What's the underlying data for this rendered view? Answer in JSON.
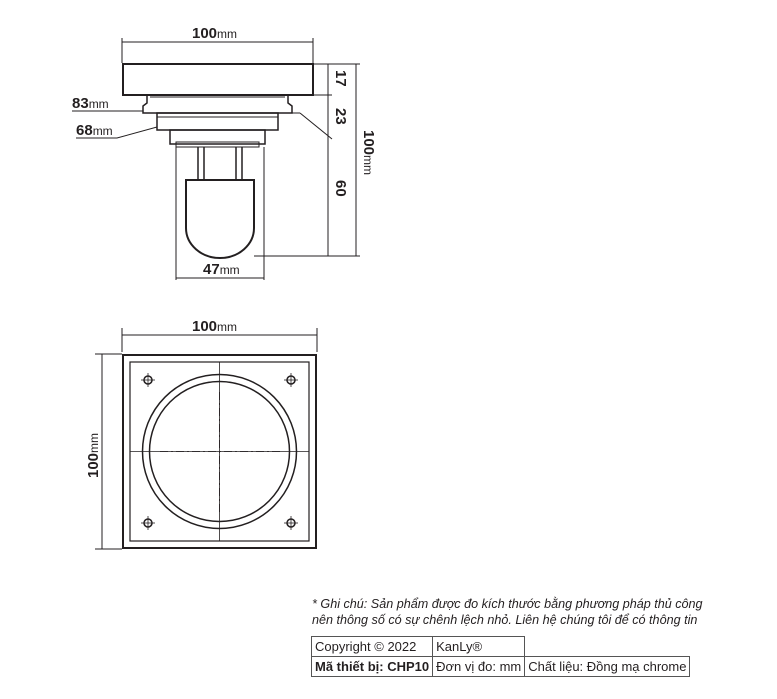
{
  "side_view": {
    "width_label": "100",
    "width_unit": "mm",
    "flange_label": "83",
    "flange_unit": "mm",
    "neck_label": "68",
    "neck_unit": "mm",
    "trap_label": "47",
    "trap_unit": "mm",
    "height_total_label": "100",
    "height_total_unit": "mm",
    "height_top": "17",
    "height_mid": "23",
    "height_bottom": "60"
  },
  "top_view": {
    "width_label": "100",
    "width_unit": "mm",
    "height_label": "100",
    "height_unit": "mm"
  },
  "note": {
    "line1": "* Ghi chú: Sản phẩm được đo kích thước bằng phương pháp thủ công",
    "line2": "nên thông số có sự chênh lệch nhỏ. Liên hệ chúng tôi để có thông tin"
  },
  "info_table": {
    "copyright": "Copyright © 2022",
    "brand": "KanLy®",
    "model": "Mã thiết bị: CHP10",
    "unit": "Đơn vị đo: mm",
    "material": "Chất liệu: Đồng mạ chrome"
  }
}
